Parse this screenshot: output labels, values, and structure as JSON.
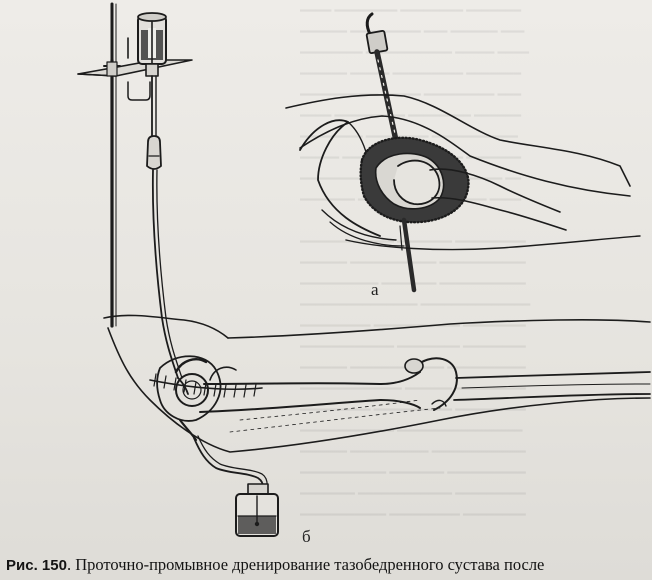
{
  "figure": {
    "label_a": "а",
    "label_b": "б"
  },
  "caption": {
    "number": "Рис. 150",
    "text": ". Проточно-промывное дренирование тазобедренного сустава после"
  }
}
